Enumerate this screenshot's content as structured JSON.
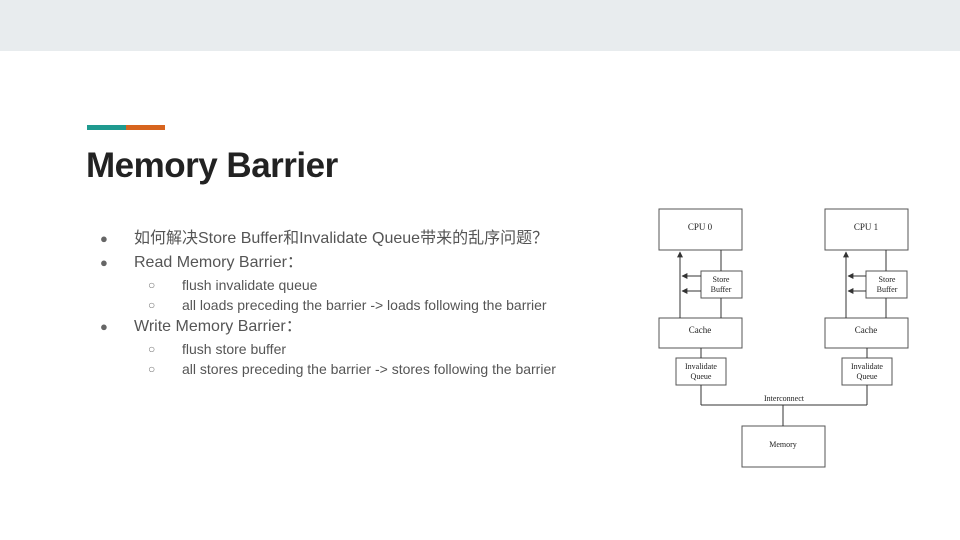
{
  "colors": {
    "accent_teal": "#1f9a8f",
    "accent_orange": "#d7641e",
    "topbar": "#e8ecee"
  },
  "slide": {
    "title": "Memory Barrier",
    "bullets": [
      {
        "text": "如何解决Store Buffer和Invalidate Queue带来的乱序问题？",
        "sub": []
      },
      {
        "text": "Read Memory Barrier：",
        "sub": [
          "flush invalidate queue",
          "all loads preceding the barrier -> loads following the barrier"
        ]
      },
      {
        "text": "Write Memory Barrier：",
        "sub": [
          "flush store buffer",
          "all stores preceding the barrier -> stores following the barrier"
        ]
      }
    ]
  },
  "diagram": {
    "cpu0": "CPU 0",
    "cpu1": "CPU 1",
    "store_buffer_line1": "Store",
    "store_buffer_line2": "Buffer",
    "cache": "Cache",
    "invalidate_line1": "Invalidate",
    "invalidate_line2": "Queue",
    "interconnect": "Interconnect",
    "memory": "Memory"
  }
}
